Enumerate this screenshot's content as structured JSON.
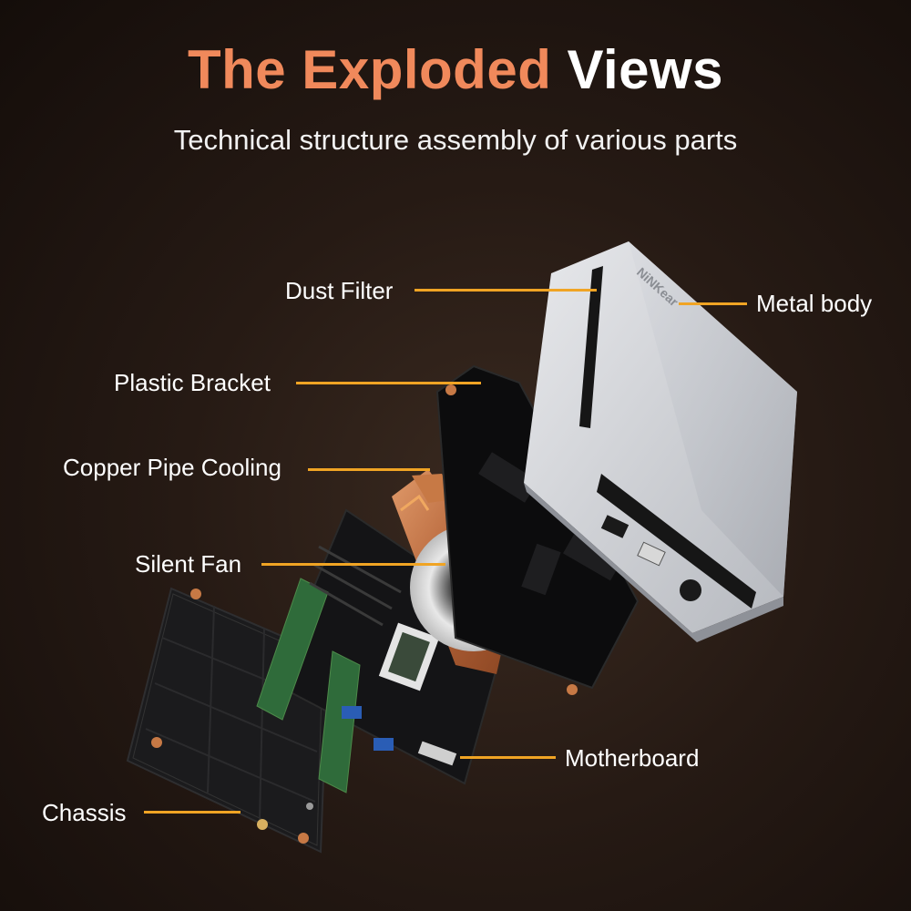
{
  "header": {
    "title_highlight": "The Exploded",
    "title_rest": "Views",
    "subtitle": "Technical structure assembly of various parts"
  },
  "device": {
    "brand": "NiNKear"
  },
  "labels": {
    "dust_filter": "Dust Filter",
    "metal_body": "Metal body",
    "plastic_bracket": "Plastic Bracket",
    "copper_pipe_cooling": "Copper Pipe Cooling",
    "silent_fan": "Silent Fan",
    "motherboard": "Motherboard",
    "chassis": "Chassis"
  },
  "colors": {
    "title_accent": "#f0895b",
    "leader_line": "#f0a424",
    "background": "#261a14"
  }
}
